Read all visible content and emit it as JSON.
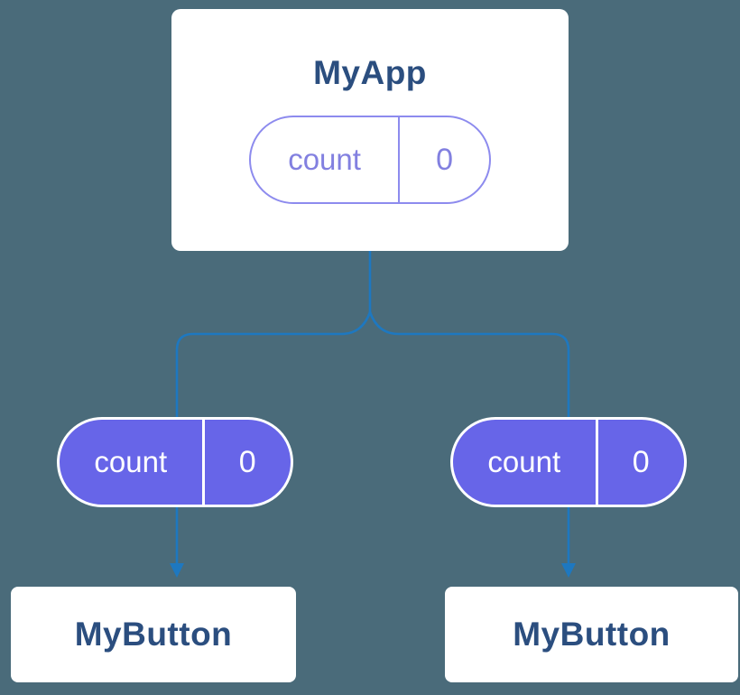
{
  "colors": {
    "background": "#4a6b7a",
    "card_bg": "#ffffff",
    "title_text": "#2b4e7f",
    "line": "#1e78c0",
    "state_pill_border": "#8d8bee",
    "state_pill_text": "#8280e0",
    "props_pill_bg": "#6765e8",
    "props_pill_text": "#ffffff"
  },
  "diagram": {
    "root": {
      "title": "MyApp",
      "state": {
        "key": "count",
        "value": "0"
      }
    },
    "children": [
      {
        "title": "MyButton",
        "props": {
          "key": "count",
          "value": "0"
        }
      },
      {
        "title": "MyButton",
        "props": {
          "key": "count",
          "value": "0"
        }
      }
    ]
  }
}
